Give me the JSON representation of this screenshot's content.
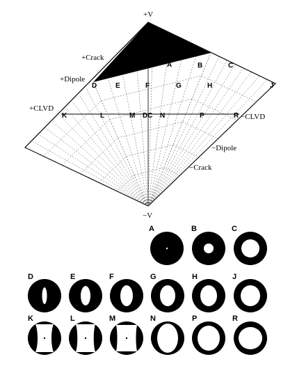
{
  "diagram": {
    "axis_labels": {
      "plus_v": "+V",
      "minus_v": "−V",
      "plus_crack": "+Crack",
      "plus_dipole": "+Dipole",
      "plus_clvd": "+CLVD",
      "minus_clvd": "−CLVD",
      "minus_dipole": "−Dipole",
      "minus_crack": "−Crack"
    },
    "points": [
      "A",
      "B",
      "C",
      "D",
      "E",
      "F",
      "G",
      "H",
      "J",
      "K",
      "L",
      "M",
      "DC",
      "N",
      "P",
      "R"
    ],
    "fill_color": "#000000",
    "line_color": "#000000"
  },
  "beachballs": {
    "rows": [
      [
        {
          "label": "A"
        },
        {
          "label": "B"
        },
        {
          "label": "C"
        }
      ],
      [
        {
          "label": "D"
        },
        {
          "label": "E"
        },
        {
          "label": "F"
        },
        {
          "label": "G"
        },
        {
          "label": "H"
        },
        {
          "label": "J"
        }
      ],
      [
        {
          "label": "K"
        },
        {
          "label": "L"
        },
        {
          "label": "M"
        },
        {
          "label": "N"
        },
        {
          "label": "P"
        },
        {
          "label": "R"
        }
      ]
    ]
  }
}
